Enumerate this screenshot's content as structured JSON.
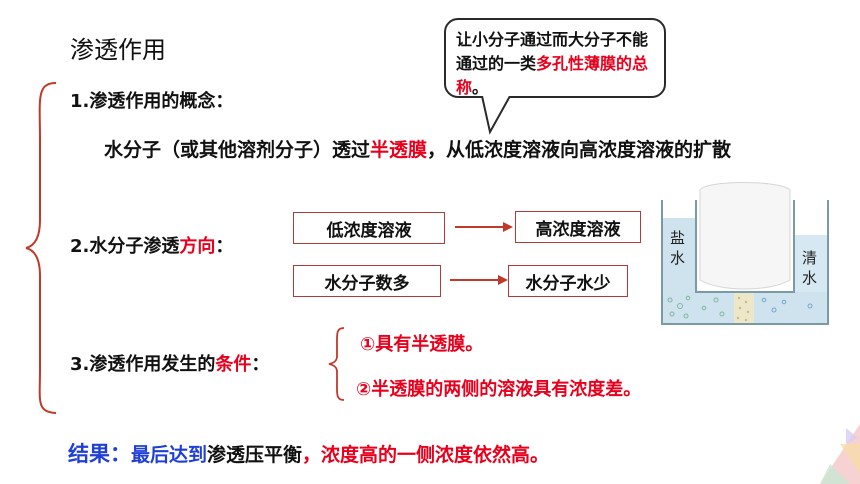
{
  "title": "渗透作用",
  "callout": {
    "part1": "让小分子通过而大分子不能通过的一类",
    "part2": "多孔性薄膜的总称",
    "part3": "。"
  },
  "section1": {
    "heading": "1.渗透作用的概念：",
    "text_before": "水分子（或其他溶剂分子）透过",
    "highlight": "半透膜",
    "text_after": "，从低浓度溶液向高浓度溶液的扩散"
  },
  "section2": {
    "heading_prefix": "2.水分子渗透",
    "heading_highlight": "方向",
    "heading_suffix": "：",
    "row1_from": "低浓度溶液",
    "row1_to": "高浓度溶液",
    "row2_from": "水分子数多",
    "row2_to": "水分子水少"
  },
  "section3": {
    "heading_prefix": "3.渗透作用发生的",
    "heading_highlight": "条件",
    "heading_suffix": "：",
    "condition1": "①具有半透膜。",
    "condition2": "②半透膜的两侧的溶液具有浓度差。"
  },
  "result": {
    "label": "结果：",
    "part_blue": "最后达到",
    "part_black": "渗透压平衡",
    "part_red": "，浓度高的一侧浓度依然高。"
  },
  "figure": {
    "left_label_1": "盐",
    "left_label_2": "水",
    "right_label_1": "清",
    "right_label_2": "水"
  },
  "colors": {
    "highlight": "#e8001c",
    "result_blue": "#1f3fd6",
    "box_border": "#b23a3a",
    "bracket": "#c0392b"
  }
}
